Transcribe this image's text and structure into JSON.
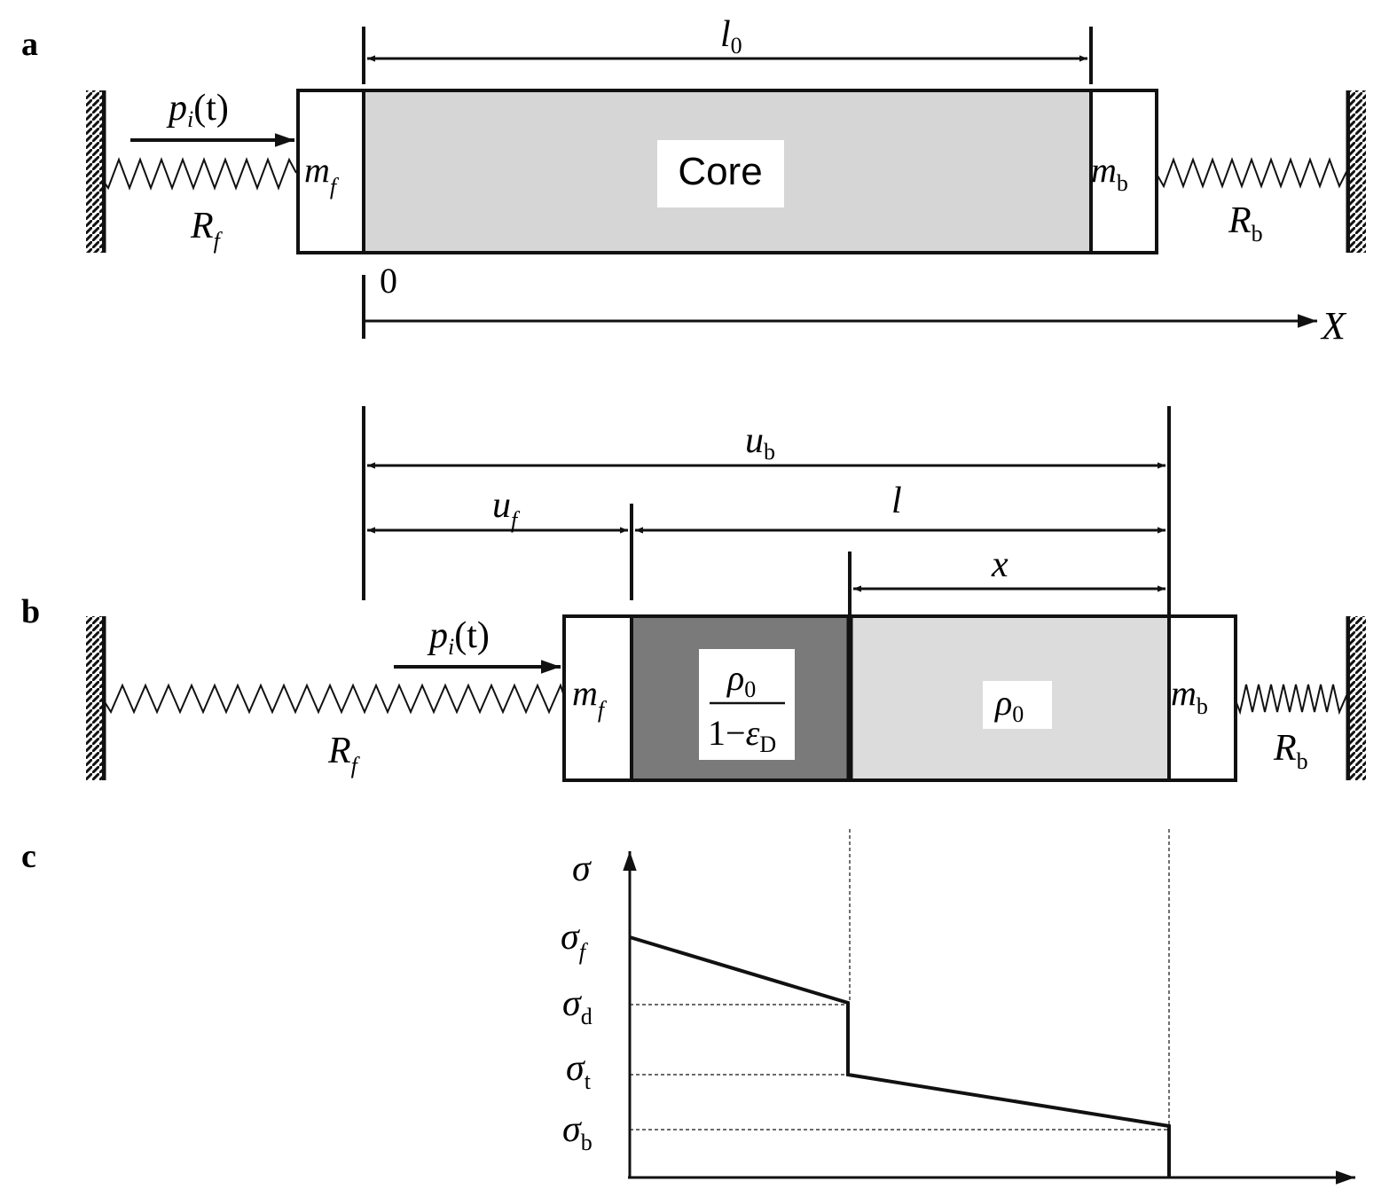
{
  "panels": {
    "a": {
      "label": "a",
      "length_label": {
        "main": "l",
        "sub": "0"
      },
      "pressure": {
        "main": "p",
        "sub": "i",
        "arg": "(t)"
      },
      "front_mass": {
        "main": "m",
        "sub": "f"
      },
      "back_mass": {
        "main": "m",
        "sub": "b"
      },
      "front_spring": {
        "main": "R",
        "sub": "f"
      },
      "back_spring": {
        "main": "R",
        "sub": "b"
      },
      "core_label": "Core",
      "origin_label": "0",
      "axis_label": "X"
    },
    "b": {
      "label": "b",
      "ub_label": {
        "main": "u",
        "sub": "b"
      },
      "uf_label": {
        "main": "u",
        "sub": "f"
      },
      "l_label": "l",
      "x_label": "x",
      "pressure": {
        "main": "p",
        "sub": "i",
        "arg": "(t)"
      },
      "front_mass": {
        "main": "m",
        "sub": "f"
      },
      "back_mass": {
        "main": "m",
        "sub": "b"
      },
      "front_spring": {
        "main": "R",
        "sub": "f"
      },
      "back_spring": {
        "main": "R",
        "sub": "b"
      },
      "densified_density": {
        "num_main": "ρ",
        "num_sub": "0",
        "den_prefix": "1−",
        "den_main": "ε",
        "den_sub": "D"
      },
      "undensified_density": {
        "main": "ρ",
        "sub": "0"
      }
    },
    "c": {
      "label": "c",
      "axis_label": "σ",
      "levels": [
        {
          "main": "σ",
          "sub": "f"
        },
        {
          "main": "σ",
          "sub": "d"
        },
        {
          "main": "σ",
          "sub": "t"
        },
        {
          "main": "σ",
          "sub": "b"
        }
      ]
    }
  },
  "colors": {
    "line": "#111111",
    "core_light": "#dcdcdc",
    "core_dark": "#7a7a7a",
    "background": "#ffffff"
  }
}
